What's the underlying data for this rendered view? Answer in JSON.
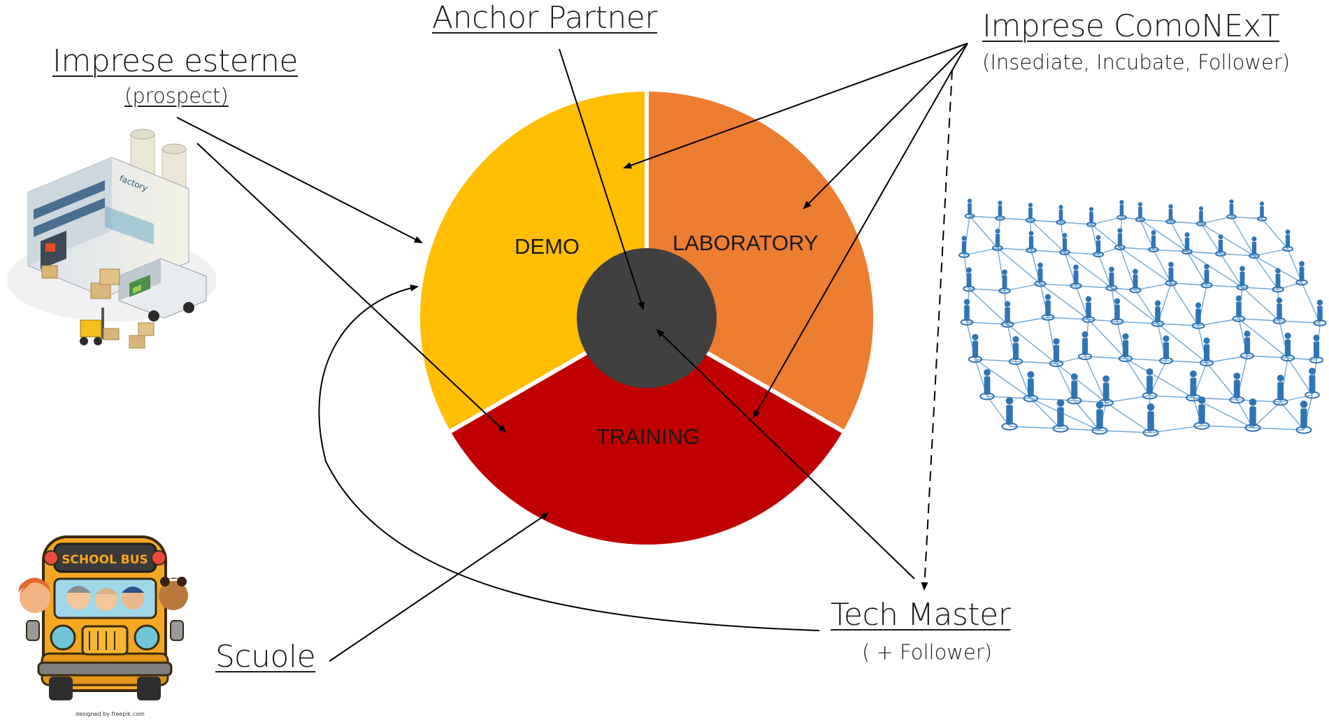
{
  "labels": {
    "anchor_partner": "Anchor Partner",
    "imprese_esterne": "Imprese esterne",
    "prospect": "(prospect)",
    "imprese_comonext": "Imprese ComoNExT",
    "comonext_sub": "(Insediate, Incubate, Follower)",
    "tech_master": "Tech Master",
    "tech_master_sub": "( + Follower)",
    "scuole": "Scuole"
  },
  "segments": {
    "demo": "DEMO",
    "laboratory": "LABORATORY",
    "training": "TRAINING"
  },
  "illustrations": {
    "factory": "factory",
    "school_bus": "SCHOOL BUS",
    "freepik_credit": "designed by freepik.com"
  },
  "colors": {
    "demo": "#FFBE00",
    "laboratory": "#ED7D31",
    "training": "#C00000",
    "hub": "#404040",
    "network": "#2E75B6"
  }
}
